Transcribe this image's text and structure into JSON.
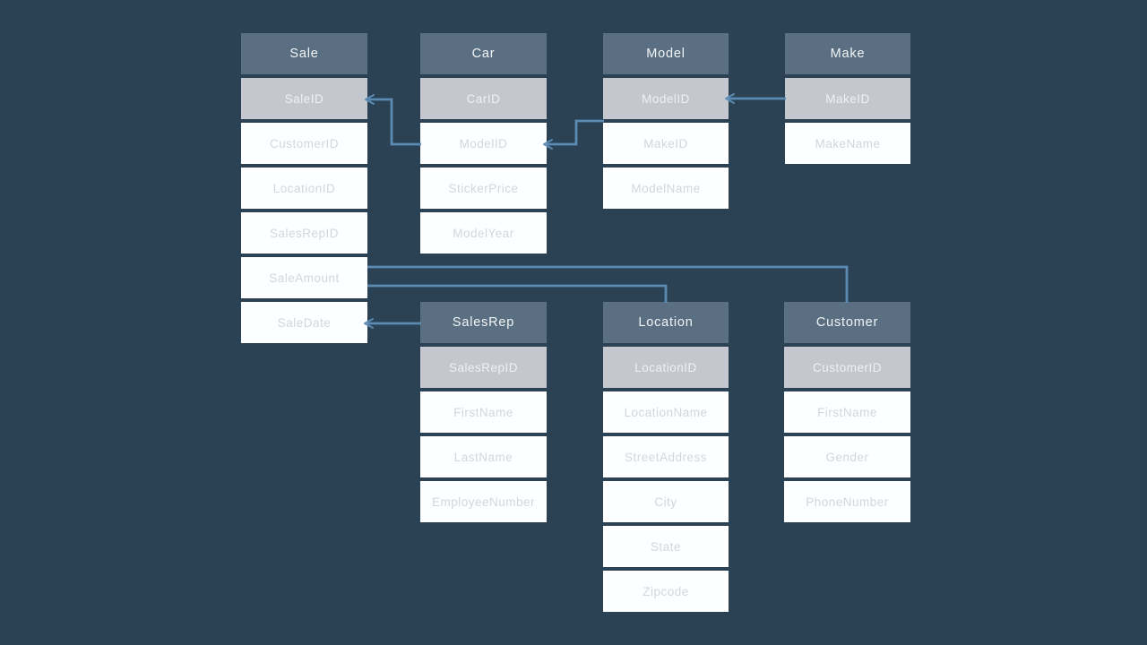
{
  "diagram": {
    "background_color": "#2b4254",
    "connector_color": "#5b8ab2",
    "header_color": "#5a7082",
    "primary_key_row_color": "#c4c8ce",
    "tables": [
      {
        "title": "Sale",
        "primary_key": "SaleID",
        "columns": [
          "SaleID",
          "CustomerID",
          "LocationID",
          "SalesRepID",
          "SaleAmount",
          "SaleDate"
        ]
      },
      {
        "title": "Car",
        "primary_key": "CarID",
        "columns": [
          "CarID",
          "ModelID",
          "StickerPrice",
          "ModelYear"
        ]
      },
      {
        "title": "Model",
        "primary_key": "ModelID",
        "columns": [
          "ModelID",
          "MakeID",
          "ModelName"
        ]
      },
      {
        "title": "Make",
        "primary_key": "MakeID",
        "columns": [
          "MakeID",
          "MakeName"
        ]
      },
      {
        "title": "SalesRep",
        "primary_key": "SalesRepID",
        "columns": [
          "SalesRepID",
          "FirstName",
          "LastName",
          "EmployeeNumber"
        ]
      },
      {
        "title": "Location",
        "primary_key": "LocationID",
        "columns": [
          "LocationID",
          "LocationName",
          "StreetAddress",
          "City",
          "State",
          "Zipcode"
        ]
      },
      {
        "title": "Customer",
        "primary_key": "CustomerID",
        "columns": [
          "CustomerID",
          "FirstName",
          "Gender",
          "PhoneNumber"
        ]
      }
    ],
    "relationships": [
      {
        "from": "Sale.SaleID",
        "to": "Car.ModelID"
      },
      {
        "from": "Car.ModelID",
        "to": "Model.ModelID"
      },
      {
        "from": "Model.ModelID",
        "to": "Make.MakeID"
      },
      {
        "from": "Sale.SaleAmount",
        "to": "Customer"
      },
      {
        "from": "Sale.SaleAmount",
        "to": "Location"
      },
      {
        "from": "Sale.SaleDate",
        "to": "SalesRep"
      }
    ]
  }
}
